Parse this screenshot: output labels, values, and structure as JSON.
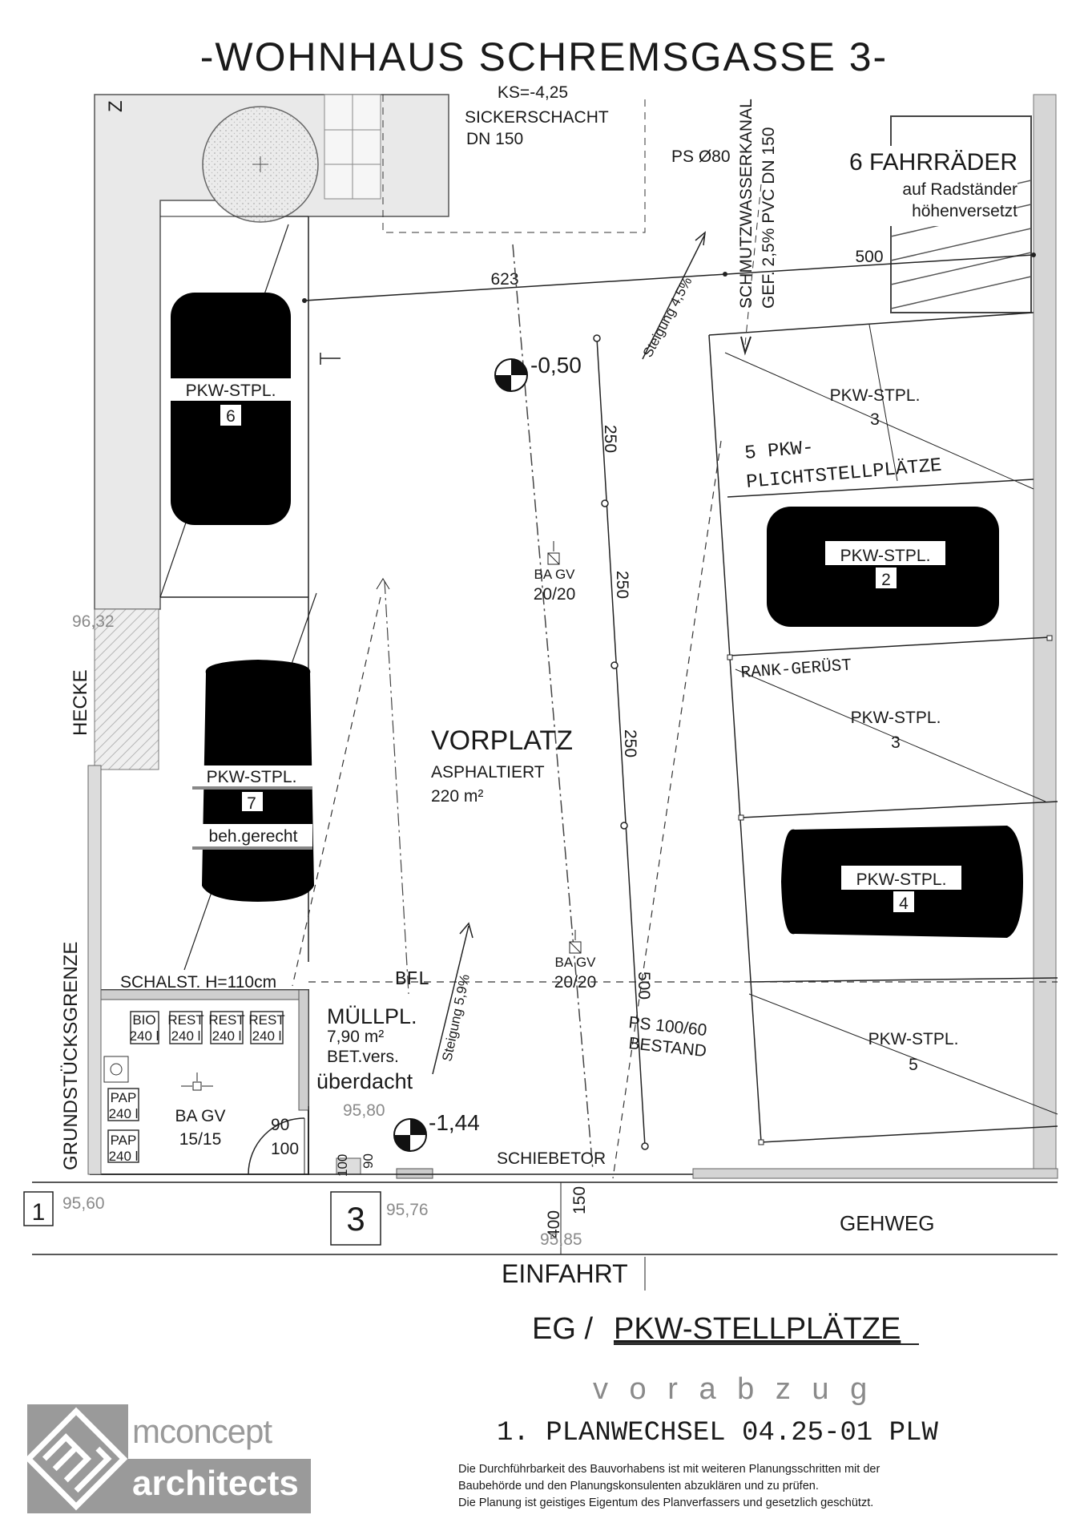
{
  "header": {
    "title": "-WOHNHAUS SCHREMSGASSE 3-"
  },
  "top_labels": {
    "ks_line1": "KS=-4,25",
    "ks_line2": "SICKERSCHACHT",
    "ks_line3": "DN 150",
    "ps": "PS Ø80",
    "kanal_line1": "SCHMUTZWASSERKANAL",
    "kanal_line2": "GEF. 2,5% PVC DN 150",
    "bikes_title": "6 FAHRRÄDER",
    "bikes_line1": "auf Radständer",
    "bikes_line2": "höhenversetzt",
    "corner_mark": "Z"
  },
  "dimensions": {
    "d623": "623",
    "d500_top": "500",
    "d250_a": "250",
    "d250_b": "250",
    "d250_c": "250",
    "d500_bottom": "500",
    "d400": "400",
    "d150": "150",
    "d90": "90",
    "d100": "100",
    "d100_v": "100",
    "d90_v": "90"
  },
  "levels": {
    "l_050": "-0,50",
    "l_144": "-1,44",
    "l_9632": "96,32",
    "l_9580": "95,80",
    "l_9560": "95,60",
    "l_9576": "95,76",
    "l_9585": "95,85"
  },
  "slopes": {
    "steigung_45": "Steigung 4,5%",
    "steigung_59": "Steigung 5,9%"
  },
  "parking": {
    "p6_l1": "PKW-STPL.",
    "p6_l2": "6",
    "p3a_l1": "PKW-STPL.",
    "p3a_l2": "3",
    "lichtstell_l1": "5 PKW-",
    "lichtstell_l2": "PLICHTSTELLPLÄTZE",
    "p2_l1": "PKW-STPL.",
    "p2_l2": "2",
    "rank": "RANK-GERÜST",
    "p3b_l1": "PKW-STPL.",
    "p3b_l2": "3",
    "p7_l1": "PKW-STPL.",
    "p7_l2": "7",
    "p7_l3": "beh.gerecht",
    "p4_l1": "PKW-STPL.",
    "p4_l2": "4",
    "p5_l1": "PKW-STPL.",
    "p5_l2": "5"
  },
  "site": {
    "vorplatz": "VORPLATZ",
    "asphalt": "ASPHALTIERT",
    "area": "220 m²",
    "ba1_l1": "BA GV",
    "ba1_l2": "20/20",
    "ba2_l1": "BA GV",
    "ba2_l2": "20/20",
    "bfl": "BFL",
    "schalst": "SCHALST. H=110cm",
    "muell_l1": "MÜLLPL.",
    "muell_l2": "7,90 m²",
    "muell_l3": "BET.vers.",
    "muell_l4": "überdacht",
    "ps_l1": "PS 100/60",
    "ps_l2": "BESTAND",
    "schiebetor": "SCHIEBETOR",
    "ba3_l1": "BA GV",
    "ba3_l2": "15/15",
    "hecke": "HECKE",
    "grenze": "GRUNDSTÜCKSGRENZE",
    "gehweg": "GEHWEG",
    "einfahrt": "EINFAHRT",
    "mark_1": "1",
    "mark_3": "3"
  },
  "bins": {
    "bio_l1": "BIO",
    "bio_l2": "240 l",
    "rest1_l1": "REST",
    "rest1_l2": "240 l",
    "rest2_l1": "REST",
    "rest2_l2": "240 l",
    "rest3_l1": "REST",
    "rest3_l2": "240 l",
    "pap1_l1": "PAP",
    "pap1_l2": "240 l",
    "pap2_l1": "PAP",
    "pap2_l2": "240 l"
  },
  "footer": {
    "sheet_prefix": "EG / ",
    "sheet_title": "PKW-STELLPLÄTZE",
    "vorabzug": "v o r a b z u g",
    "planwechsel": "1. PLANWECHSEL 04.25-01 PLW",
    "note1": "Die Durchführbarkeit des Bauvorhabens ist mit weiteren Planungsschritten mit der",
    "note2": "Baubehörde und den Planungskonsulenten abzuklären und zu prüfen.",
    "note3": "Die Planung ist geistiges Eigentum des Planverfassers und gesetzlich geschützt.",
    "logo_word1": "mconcept",
    "logo_word2": "architects"
  },
  "colors": {
    "ink": "#1a1a1a",
    "grey_text": "#8a8a8a",
    "logo_grey": "#9a9a9a",
    "hedge_fill": "#e9e9e9"
  }
}
